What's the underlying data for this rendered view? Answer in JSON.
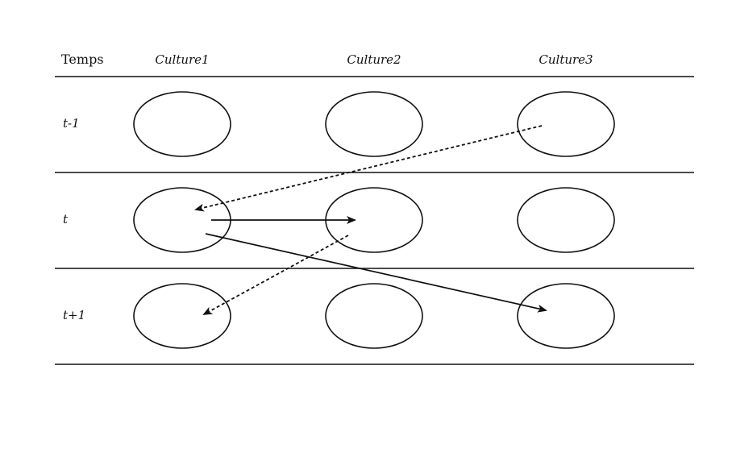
{
  "header": {
    "time_label": "Temps",
    "columns": [
      "Culture1",
      "Culture2",
      "Culture3"
    ]
  },
  "rows": [
    "t-1",
    "t",
    "t+1"
  ],
  "arrows": [
    {
      "from": {
        "row": 0,
        "col": 2
      },
      "to": {
        "row": 1,
        "col": 0
      },
      "style": "dashed"
    },
    {
      "from": {
        "row": 1,
        "col": 0
      },
      "to": {
        "row": 1,
        "col": 1
      },
      "style": "solid"
    },
    {
      "from": {
        "row": 1,
        "col": 0
      },
      "to": {
        "row": 2,
        "col": 2
      },
      "style": "solid"
    },
    {
      "from": {
        "row": 1,
        "col": 1
      },
      "to": {
        "row": 2,
        "col": 0
      },
      "style": "dashed"
    }
  ],
  "colors": {
    "stroke": "#111111",
    "background": "#ffffff"
  }
}
